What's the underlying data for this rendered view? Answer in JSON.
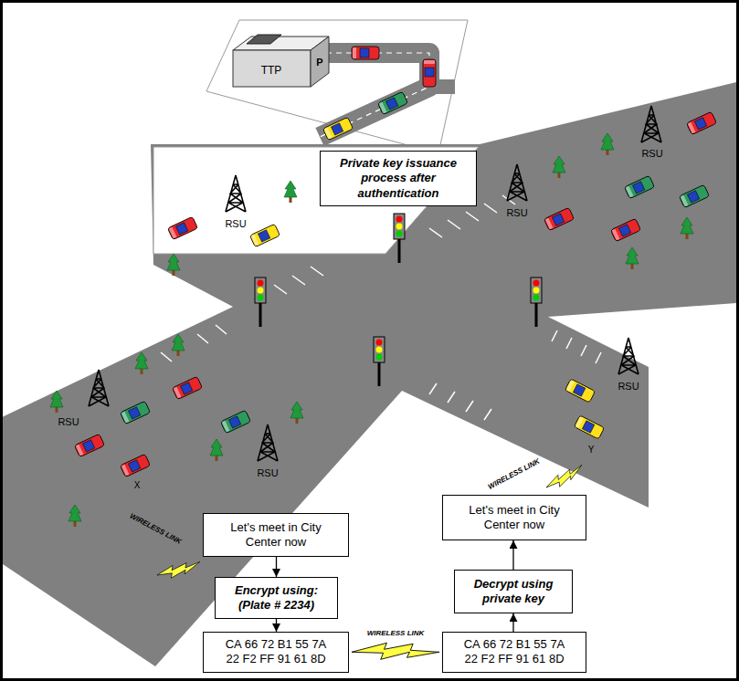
{
  "diagram": {
    "nodes": [
      {
        "text": [
          "Private key issuance process after authentication"
        ]
      },
      {
        "text": [
          "Let's meet in City Center now"
        ]
      },
      {
        "text": [
          "Encrypt using: (Plate # 2234)"
        ]
      },
      {
        "text": [
          "CA 66 72 B1 55 7A 22 F2 FF 91 61 8D"
        ]
      },
      {
        "text": [
          "CA 66 72 B1 55 7A 22 F2 FF 91 61 8D"
        ]
      },
      {
        "text": [
          "Decrypt using private key"
        ]
      },
      {
        "text": [
          "Let's meet in City Center now"
        ]
      }
    ],
    "edges": [
      {
        "from": 1,
        "to": 2,
        "arrow": "to"
      },
      {
        "from": 2,
        "to": 3,
        "arrow": "to"
      },
      {
        "from": 4,
        "to": 5,
        "arrow": "to"
      },
      {
        "from": 5,
        "to": 6,
        "arrow": "to"
      },
      {
        "from": 3,
        "to": 4,
        "label": "WIRELESS LINK",
        "arrow": "none"
      }
    ],
    "labels": [
      "TTP",
      "P",
      "RSU",
      "RSU",
      "RSU",
      "RSU",
      "RSU",
      "RSU",
      "X",
      "Y",
      "WIRELESS LINK",
      "WIRELESS LINK"
    ]
  }
}
